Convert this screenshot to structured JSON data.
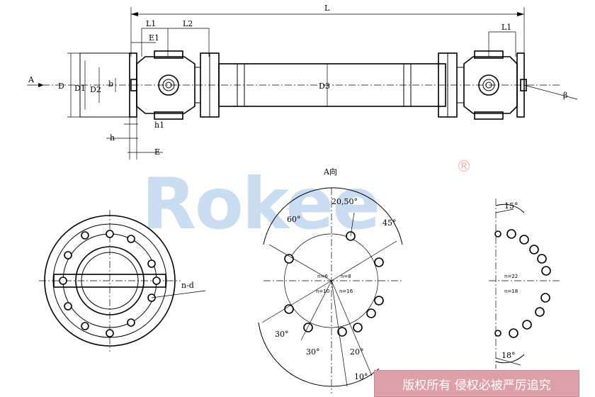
{
  "watermark": {
    "brand": "Rokee",
    "registered_mark": "®"
  },
  "copyright_banner": "版权所有 侵权必被严厉追究",
  "side_view": {
    "dimension_labels": {
      "L": "L",
      "L1": "L1",
      "L2": "L2",
      "E1": "E1",
      "D": "D",
      "D1": "D1",
      "D2": "D2",
      "b": "b",
      "D3": "D3",
      "h": "h",
      "h1": "h1",
      "E": "E",
      "beta": "β",
      "A": "A"
    }
  },
  "view_a": {
    "title": "A向",
    "angles": {
      "top": "20,50°",
      "left_top": "60°",
      "right_top": "45°",
      "left_bottom": "30°",
      "bottom_left": "30°",
      "bottom_mid": "20°",
      "bottom_right": "10°"
    },
    "hole_counts": {
      "a": "n=6",
      "b": "n=8",
      "c": "n=10",
      "d": "n=16"
    }
  },
  "flange_view": {
    "label": "n-d"
  },
  "partial_view": {
    "angles": {
      "top": "15°",
      "bottom": "18°"
    },
    "hole_counts": {
      "a": "n=22",
      "b": "n=18"
    }
  },
  "colors": {
    "watermark": "#9fc1e3",
    "banner": "#dda0a7",
    "line": "#000000"
  }
}
